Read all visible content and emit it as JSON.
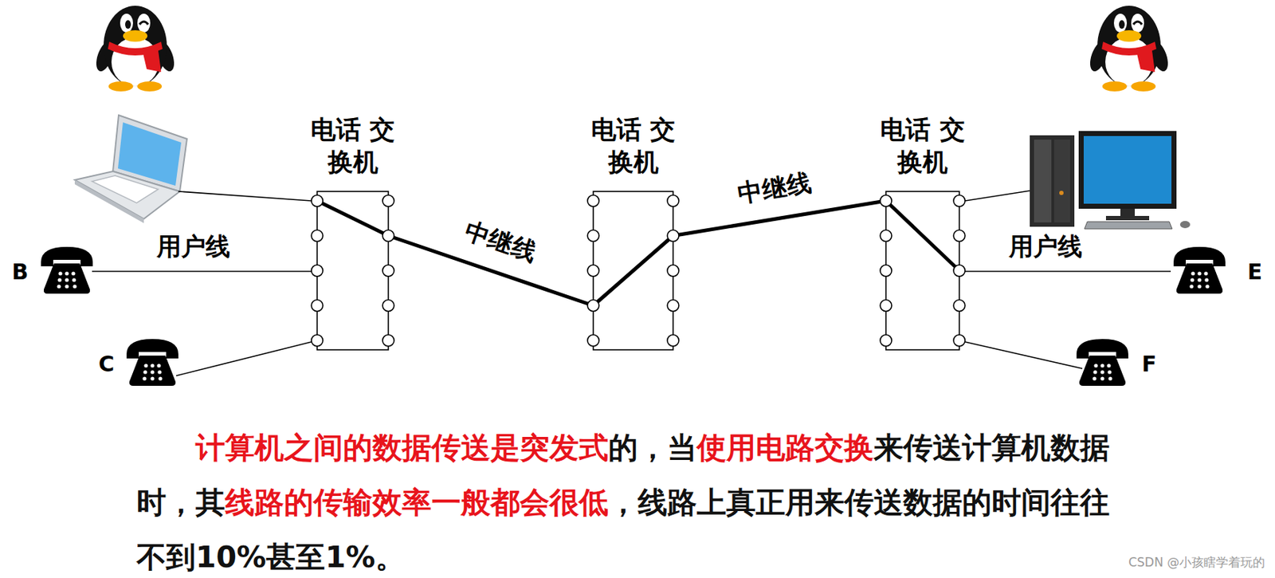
{
  "diagram": {
    "caption": "计算机之间的数据传送是突发式的，当使用电路交换来传送计算机数据时，其线路的传输效率一般都会很低，线路上真正用来传送数据的时间往往不到10%甚至1%。",
    "nodes": [
      {
        "text": [
          "电话 交换机"
        ]
      },
      {
        "text": [
          "电话 交换机"
        ]
      },
      {
        "text": [
          "电话 交换机"
        ]
      }
    ],
    "edges": [
      {
        "from": 0,
        "to": 1,
        "label": "中继线",
        "arrow": "none"
      },
      {
        "from": 1,
        "to": 2,
        "label": "中继线",
        "arrow": "none"
      }
    ],
    "labels": [
      "用户线",
      "用户线",
      "B",
      "C",
      "E",
      "F",
      "CSDN @小孩瞎学着玩的"
    ]
  }
}
